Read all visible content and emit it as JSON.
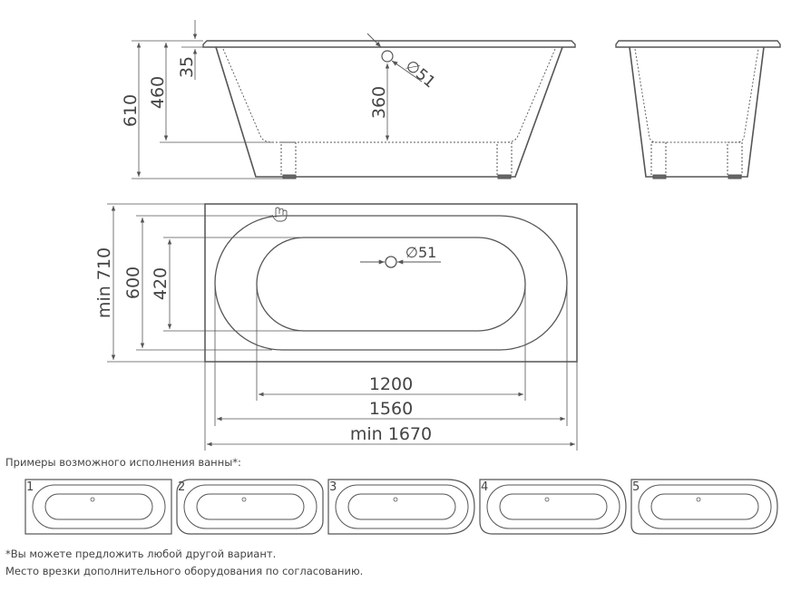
{
  "drawing": {
    "side_view": {
      "dims": {
        "total_height": "610",
        "depth": "460",
        "rim": "35",
        "overflow_height": "360",
        "overflow_dia": "∅51"
      }
    },
    "top_view": {
      "dims": {
        "min_width": "min 710",
        "width": "600",
        "inner_width": "420",
        "drain_dia": "∅51",
        "inner_length": "1200",
        "length": "1560",
        "min_length": "min 1670"
      }
    },
    "variants_heading": "Примеры возможного исполнения ванны*:",
    "variants": [
      {
        "number": "1"
      },
      {
        "number": "2"
      },
      {
        "number": "3"
      },
      {
        "number": "4"
      },
      {
        "number": "5"
      }
    ],
    "footnote_1": "*Вы можете предложить любой другой вариант.",
    "footnote_2": "Место врезки дополнительного оборудования по согласованию."
  }
}
